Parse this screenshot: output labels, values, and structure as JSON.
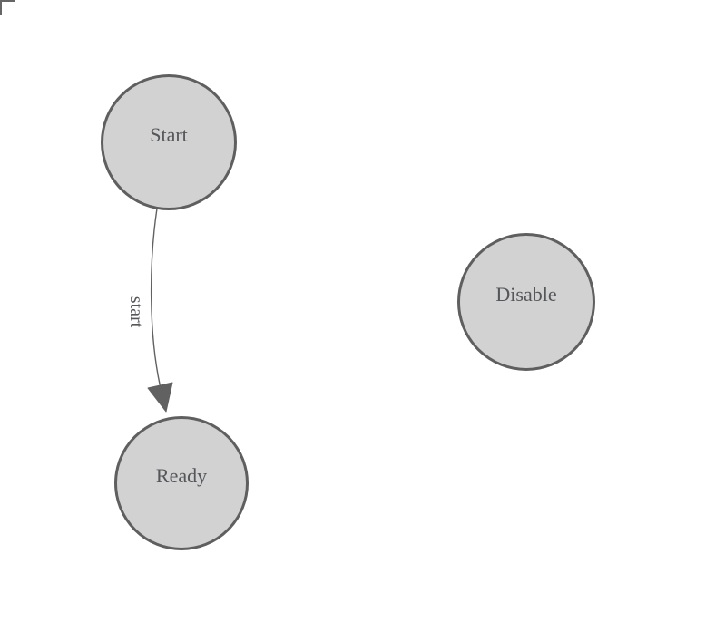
{
  "diagram": {
    "type": "state-machine-graph",
    "nodes": [
      {
        "id": "start",
        "label": "Start"
      },
      {
        "id": "ready",
        "label": "Ready"
      },
      {
        "id": "disable",
        "label": "Disable"
      }
    ],
    "edges": [
      {
        "from": "start",
        "to": "ready",
        "label": "start"
      }
    ]
  },
  "colors": {
    "background": "#ffffff",
    "node_fill": "#d2d2d2",
    "node_border": "#5f5f5f",
    "node_text": "#54565a",
    "edge": "#616161",
    "corner": "#666666"
  }
}
